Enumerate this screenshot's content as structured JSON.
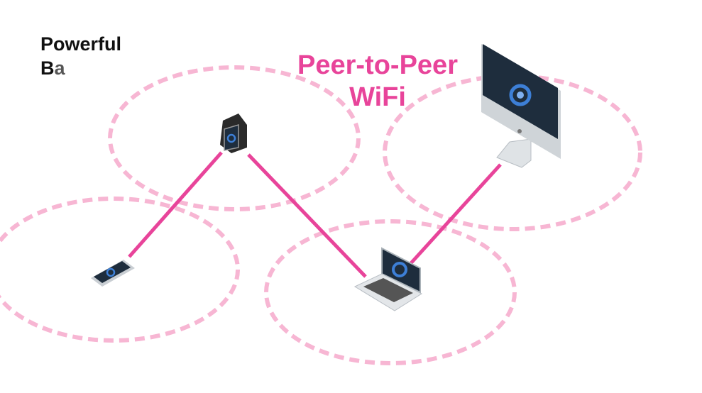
{
  "heading": {
    "line1": "Powerful",
    "line2_a": "B",
    "line2_b": "a"
  },
  "title": {
    "line1": "Peer-to-Peer",
    "line2": "WiFi"
  },
  "colors": {
    "accent": "#e8449a",
    "ring": "#f7b6d3",
    "screen": "#1e2d3d",
    "logo": "#3d7fd6"
  }
}
